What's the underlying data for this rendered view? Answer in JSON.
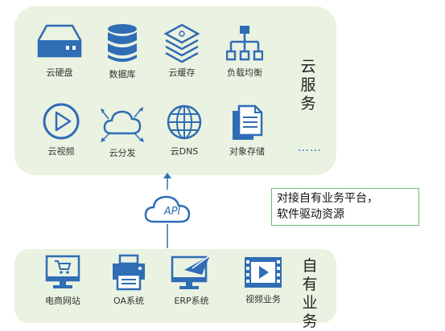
{
  "cloud_panel": {
    "title": "云服务",
    "more": "……",
    "items": [
      {
        "label": "云硬盘",
        "icon": "hard-disk-icon"
      },
      {
        "label": "数据库",
        "icon": "database-icon"
      },
      {
        "label": "云缓存",
        "icon": "layers-icon"
      },
      {
        "label": "负载均衡",
        "icon": "network-tree-icon"
      },
      {
        "label": "云视频",
        "icon": "play-circle-icon"
      },
      {
        "label": "云分发",
        "icon": "cloud-distribution-icon"
      },
      {
        "label": "云DNS",
        "icon": "globe-icon"
      },
      {
        "label": "对象存储",
        "icon": "documents-icon"
      }
    ]
  },
  "api": {
    "label": "API"
  },
  "note": {
    "line1": "对接自有业务平台，",
    "line2": "软件驱动资源"
  },
  "biz_panel": {
    "title": "自有业务",
    "items": [
      {
        "label": "电商网站",
        "icon": "monitor-cart-icon"
      },
      {
        "label": "OA系统",
        "icon": "printer-icon"
      },
      {
        "label": "ERP系统",
        "icon": "monitor-send-icon"
      },
      {
        "label": "视频业务",
        "icon": "film-icon"
      }
    ]
  },
  "colors": {
    "icon": "#2f6db5",
    "panel_bg": "#eaf2e1",
    "note_border": "#6bbf6b"
  }
}
